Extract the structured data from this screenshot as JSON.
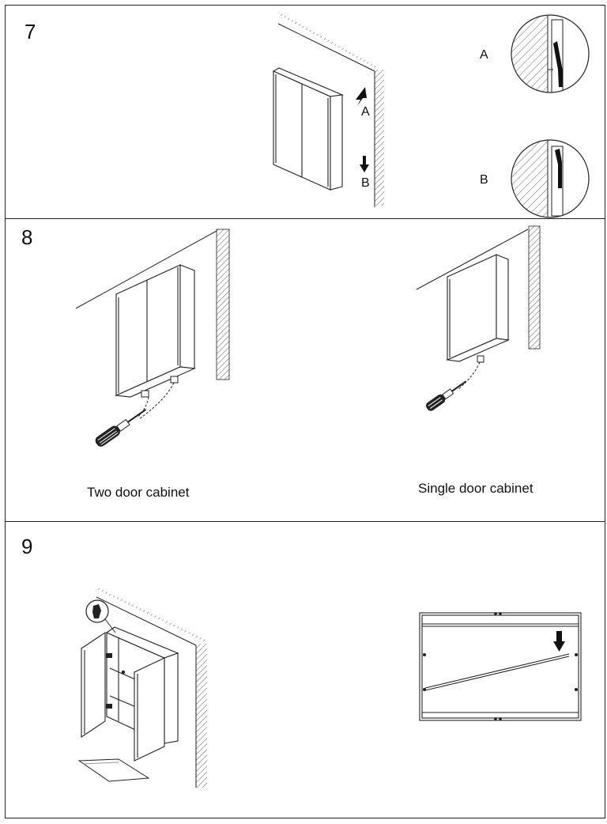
{
  "steps": [
    {
      "number": "7",
      "callouts": {
        "a": "A",
        "b": "B"
      },
      "details": [
        {
          "label": "A"
        },
        {
          "label": "B"
        }
      ]
    },
    {
      "number": "8",
      "figures": [
        {
          "caption": "Two door cabinet"
        },
        {
          "caption": "Single door cabinet"
        }
      ]
    },
    {
      "number": "9"
    }
  ]
}
